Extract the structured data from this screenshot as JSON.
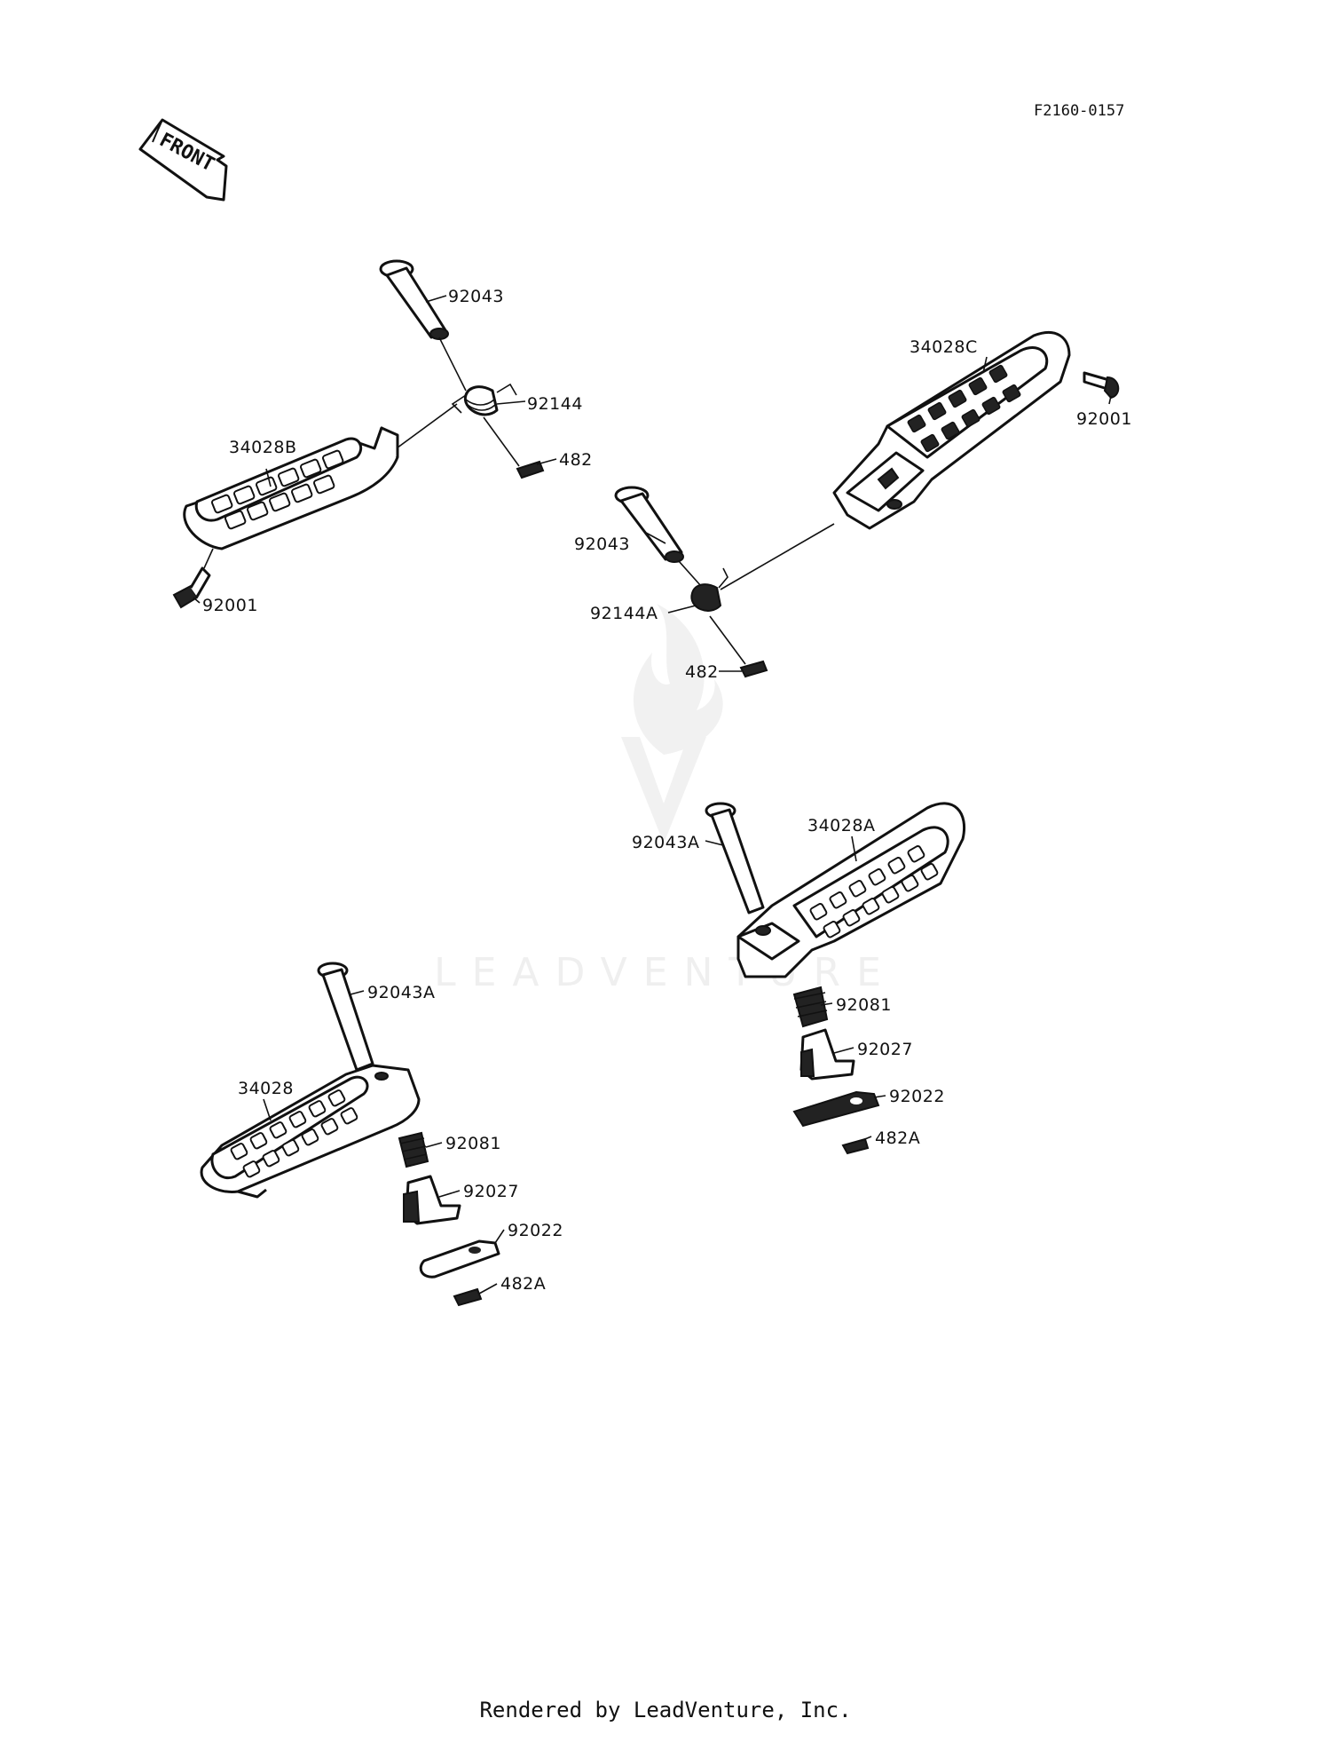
{
  "diagram": {
    "code": "F2160-0157",
    "front_label": "FRONT",
    "watermark": "LEADVENTURE",
    "labels": {
      "g1_pin": "92043",
      "g1_spring": "92144",
      "g1_clip": "482",
      "g1_peg": "34028B",
      "g1_bolt": "92001",
      "g2_peg": "34028C",
      "g2_bolt": "92001",
      "g2_pin": "92043",
      "g2_spring": "92144A",
      "g2_clip": "482",
      "g3_pin": "92043A",
      "g3_peg": "34028A",
      "g3_detent": "92081",
      "g3_holder": "92027",
      "g3_plate": "92022",
      "g3_clip": "482A",
      "g4_pin": "92043A",
      "g4_peg": "34028",
      "g4_detent": "92081",
      "g4_holder": "92027",
      "g4_plate": "92022",
      "g4_clip": "482A"
    }
  },
  "footer": "Rendered by LeadVenture, Inc."
}
